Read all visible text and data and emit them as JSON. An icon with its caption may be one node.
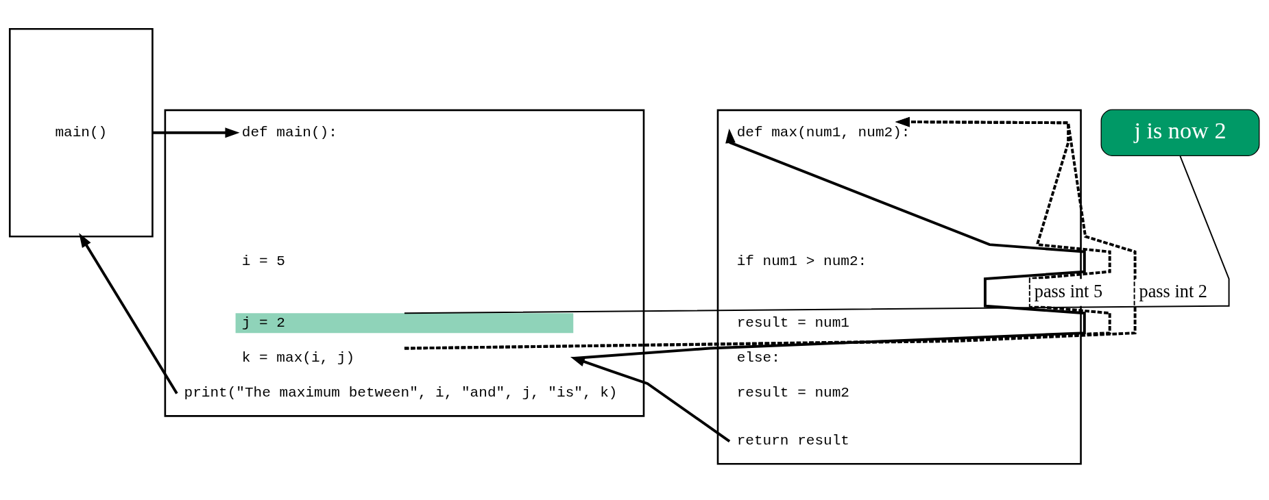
{
  "diagram": {
    "nodes": [
      {
        "text": [
          "main()"
        ]
      },
      {
        "text": [],
        "shape": "box"
      },
      {
        "text": [
          "def main():"
        ],
        "in": 1
      },
      {
        "text": [
          "i = 5"
        ],
        "in": 1
      },
      {
        "text": [
          "j = 2"
        ],
        "in": 1
      },
      {
        "text": [
          "k = max(i, j)"
        ],
        "in": 1
      },
      {
        "text": [
          "print(\"The maximum between\", i, \"and\", j, \"is\", k)"
        ],
        "in": 1
      },
      {
        "text": [],
        "shape": "box"
      },
      {
        "text": [
          "def max(num1, num2):"
        ],
        "in": 7
      },
      {
        "text": [
          "if num1 > num2:"
        ],
        "in": 7
      },
      {
        "text": [
          "result = num1"
        ],
        "in": 7
      },
      {
        "text": [
          "else:"
        ],
        "in": 7
      },
      {
        "text": [
          "result = num2"
        ],
        "in": 7
      },
      {
        "text": [
          "return result"
        ],
        "in": 7
      },
      {
        "text": [
          "j is now 2"
        ]
      }
    ],
    "edges": [
      {
        "from": 0,
        "to": 2,
        "arrow": "to"
      },
      {
        "from": 6,
        "to": 0,
        "arrow": "to"
      },
      {
        "from": 5,
        "to": 8,
        "arrow": "to"
      },
      {
        "from": 13,
        "to": 5,
        "arrow": "to"
      },
      {
        "from": 5,
        "to": 8,
        "arrow": "to",
        "style": "dashed",
        "label": "pass int 5"
      },
      {
        "from": 5,
        "to": 8,
        "arrow": "to",
        "style": "dashed",
        "label": "pass int 2"
      },
      {
        "from": 14,
        "to": 4,
        "arrow": "none"
      }
    ]
  }
}
